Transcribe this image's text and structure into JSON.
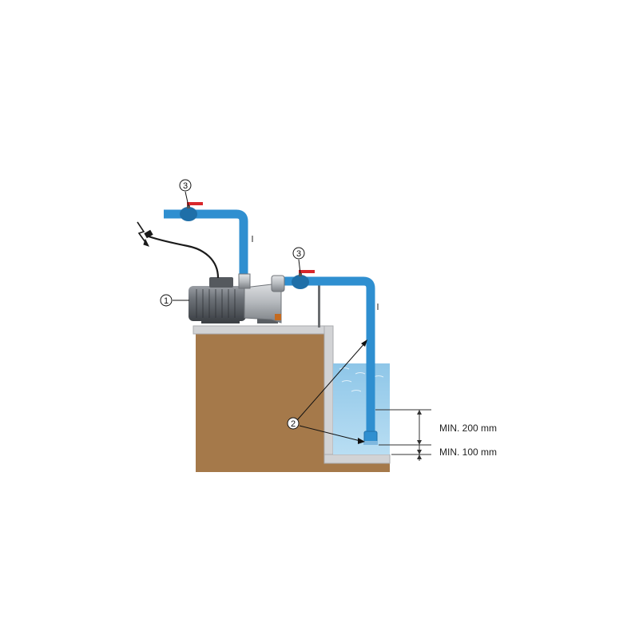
{
  "callouts": {
    "pump": "1",
    "foot_valve": "2",
    "valve_top": "3",
    "valve_right": "3"
  },
  "dimensions": {
    "min_upper": "MIN. 200 mm",
    "min_lower": "MIN. 100 mm"
  },
  "colors": {
    "pipe": "#2f8fd0",
    "pipe_dark": "#1f6fa8",
    "earth": "#a5794a",
    "earth_dark": "#8a6238",
    "concrete": "#d2d3d5",
    "water": "#a9d5ee",
    "water_surface": "#8ec6e8",
    "valve_handle": "#d8262a"
  },
  "icons": {
    "power": "lightning-plug-icon"
  }
}
